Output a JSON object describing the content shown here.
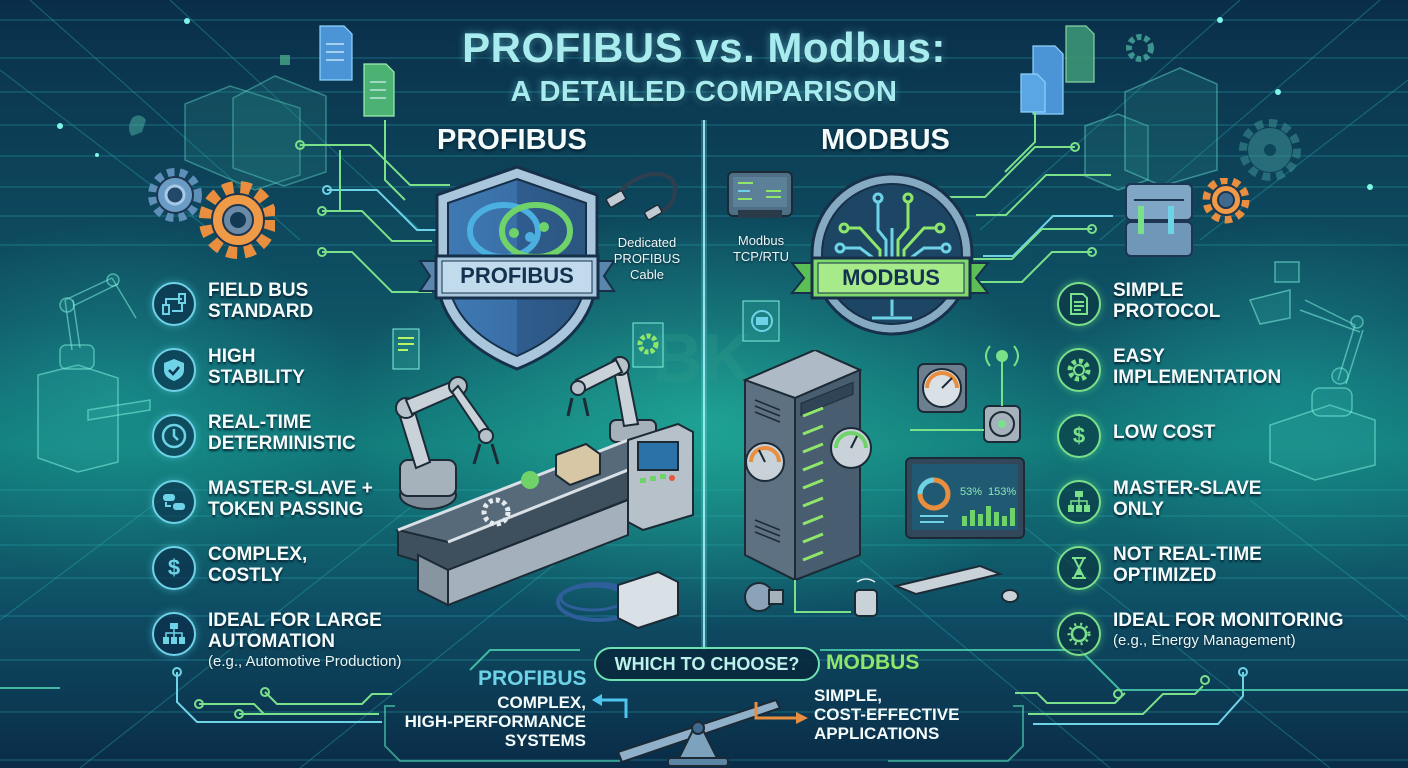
{
  "title": {
    "main": "PROFIBUS vs. Modbus:",
    "sub": "A DETAILED COMPARISON"
  },
  "profibus": {
    "heading": "PROFIBUS",
    "badge_label": "PROFIBUS",
    "cable_label": [
      "Dedicated",
      "PROFIBUS",
      "Cable"
    ],
    "accent_color": "#6fd3e8",
    "features": [
      {
        "icon": "network-nodes-icon",
        "line1": "FIELD BUS",
        "line2": "STANDARD"
      },
      {
        "icon": "shield-check-icon",
        "line1": "HIGH",
        "line2": "STABILITY"
      },
      {
        "icon": "clock-icon",
        "line1": "REAL-TIME",
        "line2": "DETERMINISTIC"
      },
      {
        "icon": "token-exchange-icon",
        "line1": "MASTER-SLAVE +",
        "line2": "TOKEN PASSING"
      },
      {
        "icon": "dollar-icon",
        "line1": "COMPLEX,",
        "line2": "COSTLY"
      },
      {
        "icon": "hierarchy-icon",
        "line1": "IDEAL FOR LARGE",
        "line2": "AUTOMATION",
        "note": "(e.g., Automotive Production)"
      }
    ]
  },
  "modbus": {
    "heading": "MODBUS",
    "badge_label": "MODBUS",
    "protocol_label": [
      "Modbus",
      "TCP/RTU"
    ],
    "accent_color": "#7be08a",
    "monitor_values": [
      "53%",
      "153%"
    ],
    "features": [
      {
        "icon": "document-icon",
        "line1": "SIMPLE",
        "line2": "PROTOCOL"
      },
      {
        "icon": "gear-icon",
        "line1": "EASY",
        "line2": "IMPLEMENTATION"
      },
      {
        "icon": "dollar-icon",
        "line1": "LOW COST",
        "line2": ""
      },
      {
        "icon": "hierarchy-icon",
        "line1": "MASTER-SLAVE",
        "line2": "ONLY"
      },
      {
        "icon": "hourglass-icon",
        "line1": "NOT REAL-TIME",
        "line2": "OPTIMIZED"
      },
      {
        "icon": "monitoring-gear-icon",
        "line1": "IDEAL FOR MONITORING",
        "line2": "",
        "note": "(e.g., Energy Management)"
      }
    ]
  },
  "choose": {
    "question": "WHICH TO CHOOSE?",
    "left_heading": "PROFIBUS",
    "left_body": [
      "COMPLEX,",
      "HIGH-PERFORMANCE",
      "SYSTEMS"
    ],
    "right_heading": "MODBUS",
    "right_body": [
      "SIMPLE,",
      "COST-EFFECTIVE",
      "APPLICATIONS"
    ]
  }
}
